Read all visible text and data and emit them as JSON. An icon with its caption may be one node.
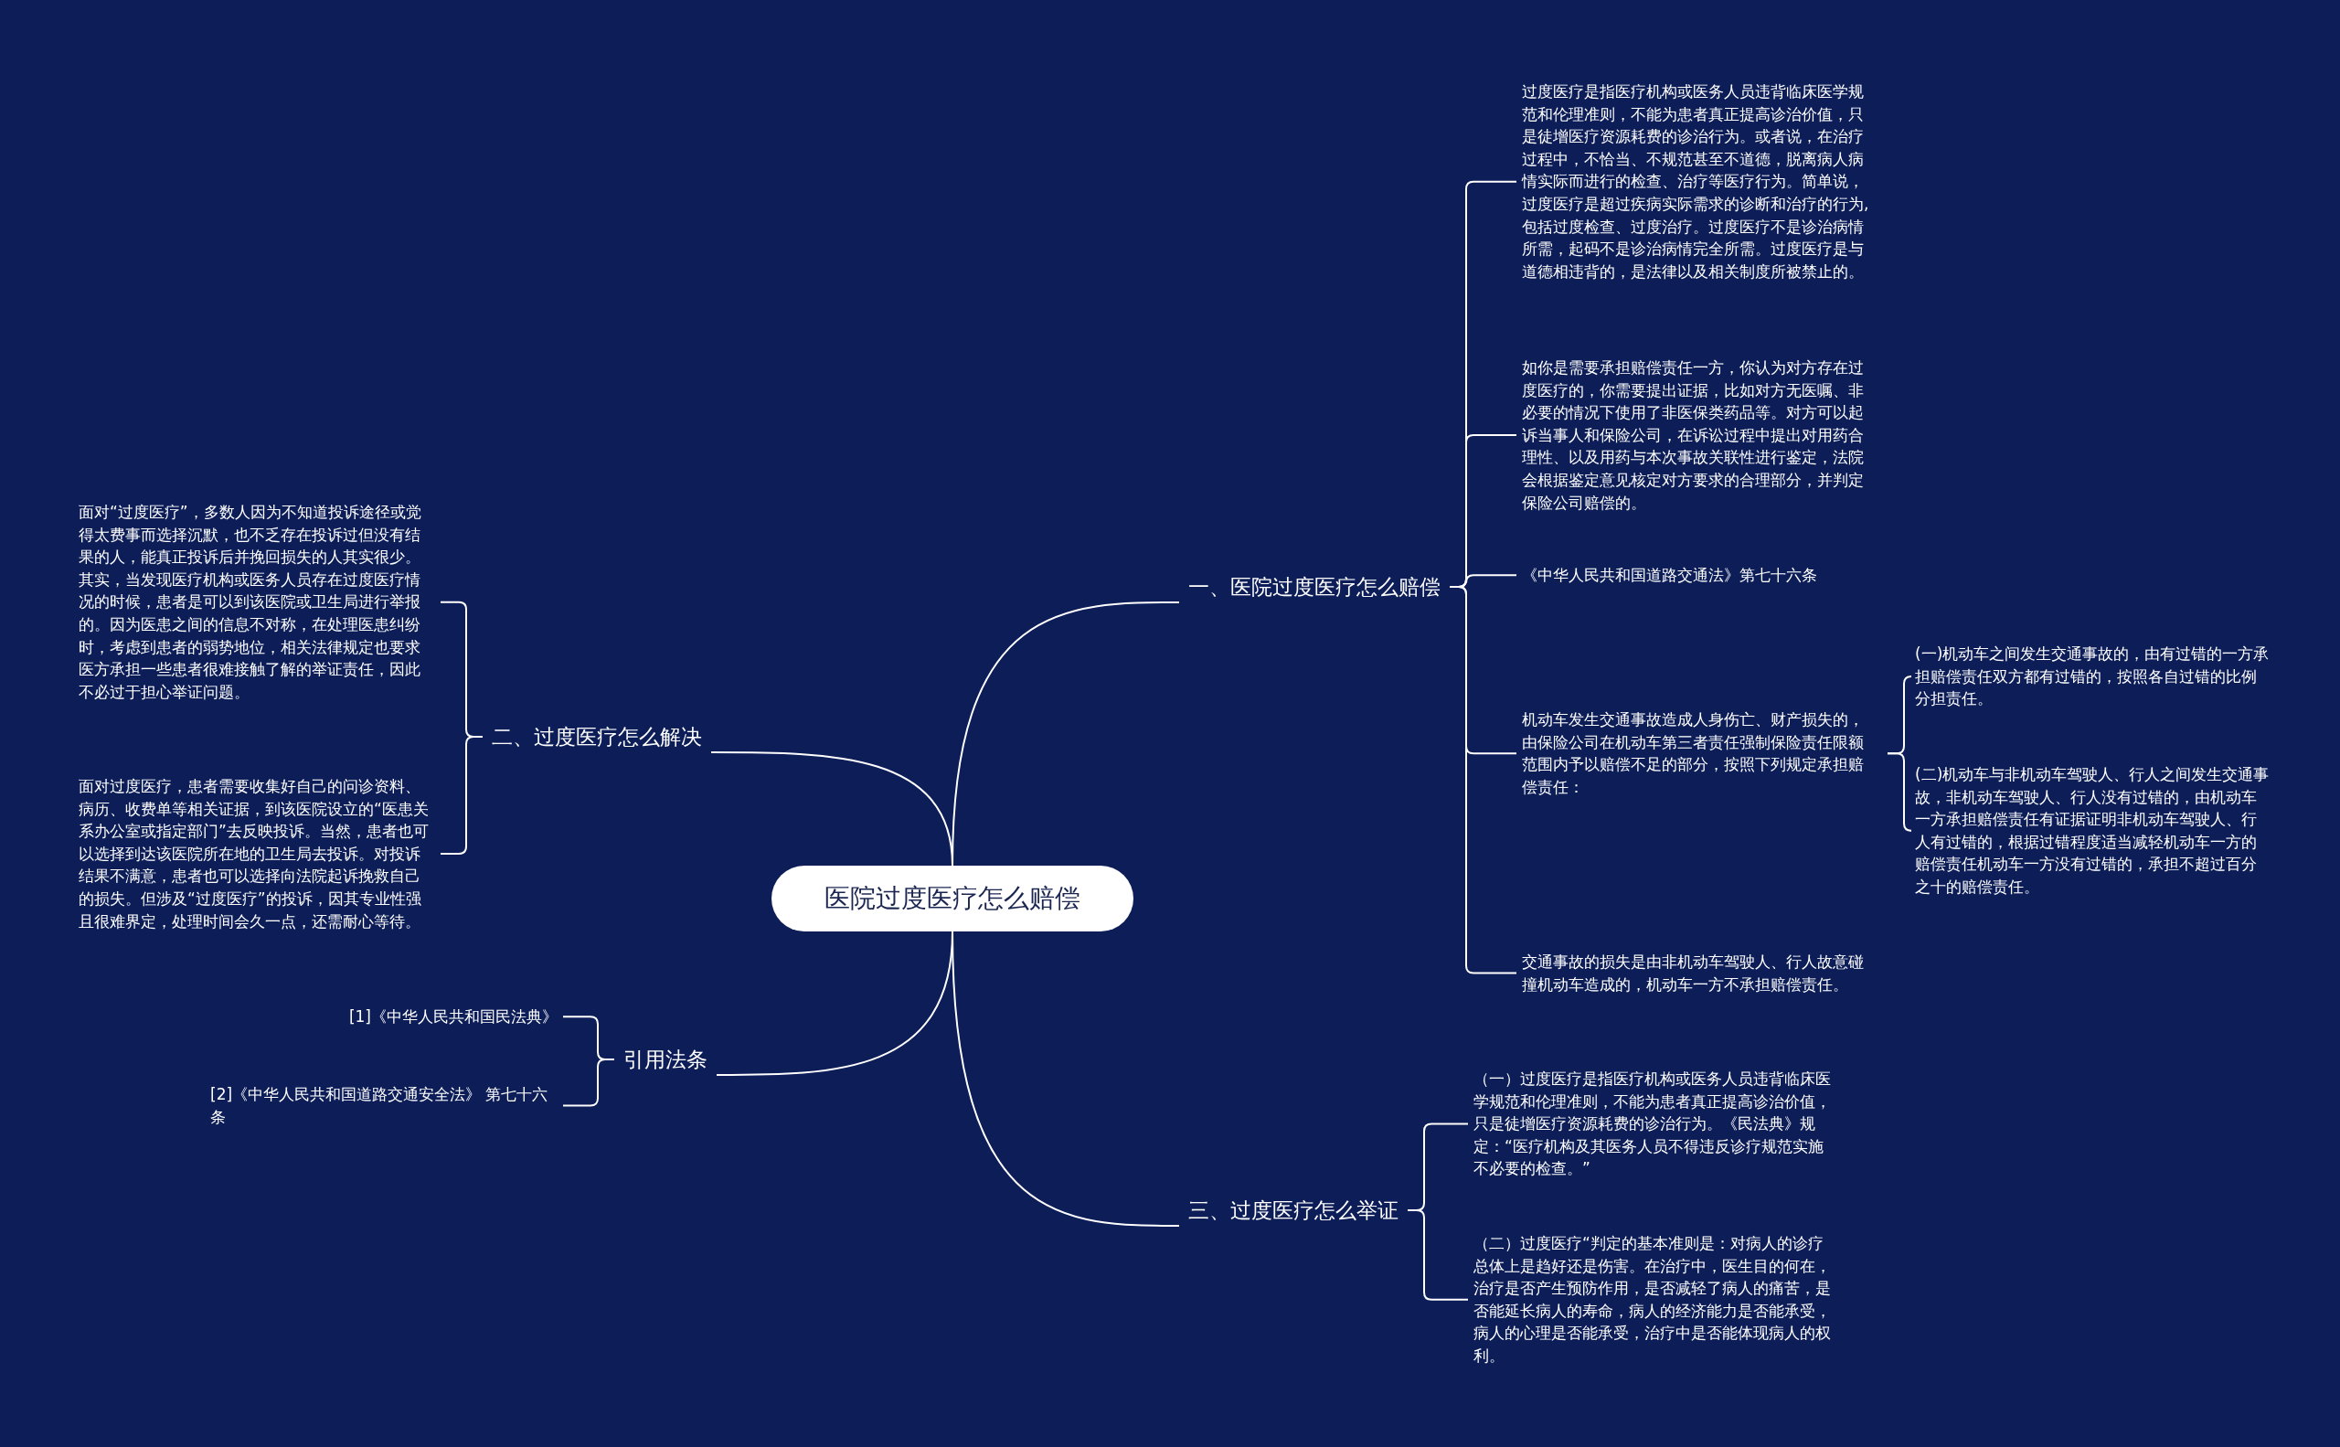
{
  "diagram": {
    "nodes": [
      {
        "text": [
          "医院过度医疗怎么赔偿"
        ]
      },
      {
        "text": [
          "一、医院过度医疗怎么赔偿"
        ]
      },
      {
        "text": [
          "过度医疗是指医疗机构或医务人员违背临床医学规范和伦理准则，不能为患者真正提高诊治价值，只是徒增医疗资源耗费的诊治行为。或者说，在治疗过程中，不恰当、不规范甚至不道德，脱离病人病情实际而进行的检查、治疗等医疗行为。简单说，过度医疗是超过疾病实际需求的诊断和治疗的行为,包括过度检查、过度治疗。过度医疗不是诊治病情所需，起码不是诊治病情完全所需。过度医疗是与道德相违背的，是法律以及相关制度所被禁止的。"
        ]
      },
      {
        "text": [
          "如你是需要承担赔偿责任一方，你认为对方存在过度医疗的，你需要提出证据，比如对方无医嘱、非必要的情况下使用了非医保类药品等。对方可以起诉当事人和保险公司，在诉讼过程中提出对用药合理性、以及用药与本次事故关联性进行鉴定，法院会根据鉴定意见核定对方要求的合理部分，并判定保险公司赔偿的。"
        ]
      },
      {
        "text": [
          "《中华人民共和国道路交通法》第七十六条"
        ]
      },
      {
        "text": [
          "机动车发生交通事故造成人身伤亡、财产损失的，由保险公司在机动车第三者责任强制保险责任限额范围内予以赔偿不足的部分，按照下列规定承担赔偿责任："
        ]
      },
      {
        "text": [
          "(一)机动车之间发生交通事故的，由有过错的一方承担赔偿责任双方都有过错的，按照各自过错的比例分担责任。"
        ]
      },
      {
        "text": [
          "(二)机动车与非机动车驾驶人、行人之间发生交通事故，非机动车驾驶人、行人没有过错的，由机动车一方承担赔偿责任有证据证明非机动车驾驶人、行人有过错的，根据过错程度适当减轻机动车一方的赔偿责任机动车一方没有过错的，承担不超过百分之十的赔偿责任。"
        ]
      },
      {
        "text": [
          "交通事故的损失是由非机动车驾驶人、行人故意碰撞机动车造成的，机动车一方不承担赔偿责任。"
        ]
      },
      {
        "text": [
          "二、过度医疗怎么解决"
        ]
      },
      {
        "text": [
          "面对“过度医疗”，多数人因为不知道投诉途径或觉得太费事而选择沉默，也不乏存在投诉过但没有结果的人，能真正投诉后并挽回损失的人其实很少。其实，当发现医疗机构或医务人员存在过度医疗情况的时候，患者是可以到该医院或卫生局进行举报的。因为医患之间的信息不对称，在处理医患纠纷时，考虑到患者的弱势地位，相关法律规定也要求医方承担一些患者很难接触了解的举证责任，因此不必过于担心举证问题。"
        ]
      },
      {
        "text": [
          "面对过度医疗，患者需要收集好自己的问诊资料、病历、收费单等相关证据，到该医院设立的“医患关系办公室或指定部门”去反映投诉。当然，患者也可以选择到达该医院所在地的卫生局去投诉。对投诉结果不满意，患者也可以选择向法院起诉挽救自己的损失。但涉及“过度医疗”的投诉，因其专业性强且很难界定，处理时间会久一点，还需耐心等待。"
        ]
      },
      {
        "text": [
          "引用法条"
        ]
      },
      {
        "text": [
          "[1]《中华人民共和国民法典》"
        ]
      },
      {
        "text": [
          "[2]《中华人民共和国道路交通安全法》 第七十六条"
        ]
      },
      {
        "text": [
          "三、过度医疗怎么举证"
        ]
      },
      {
        "text": [
          "（一）过度医疗是指医疗机构或医务人员违背临床医学规范和伦理准则，不能为患者真正提高诊治价值，只是徒增医疗资源耗费的诊治行为。《民法典》规定：“医疗机构及其医务人员不得违反诊疗规范实施不必要的检查。”"
        ]
      },
      {
        "text": [
          "（二）过度医疗“判定的基本准则是：对病人的诊疗总体上是趋好还是伤害。在治疗中，医生目的何在，治疗是否产生预防作用，是否减轻了病人的痛苦，是否能延长病人的寿命，病人的经济能力是否能承受，病人的心理是否能承受，治疗中是否能体现病人的权利。"
        ]
      }
    ],
    "edges": [
      {
        "from": 0,
        "to": 1,
        "arrow": "none"
      },
      {
        "from": 1,
        "to": 2,
        "arrow": "none"
      },
      {
        "from": 1,
        "to": 3,
        "arrow": "none"
      },
      {
        "from": 1,
        "to": 4,
        "arrow": "none"
      },
      {
        "from": 1,
        "to": 5,
        "arrow": "none"
      },
      {
        "from": 5,
        "to": 6,
        "arrow": "none"
      },
      {
        "from": 5,
        "to": 7,
        "arrow": "none"
      },
      {
        "from": 1,
        "to": 8,
        "arrow": "none"
      },
      {
        "from": 0,
        "to": 9,
        "arrow": "none"
      },
      {
        "from": 9,
        "to": 10,
        "arrow": "none"
      },
      {
        "from": 9,
        "to": 11,
        "arrow": "none"
      },
      {
        "from": 0,
        "to": 12,
        "arrow": "none"
      },
      {
        "from": 12,
        "to": 13,
        "arrow": "none"
      },
      {
        "from": 12,
        "to": 14,
        "arrow": "none"
      },
      {
        "from": 0,
        "to": 15,
        "arrow": "none"
      },
      {
        "from": 15,
        "to": 16,
        "arrow": "none"
      },
      {
        "from": 15,
        "to": 17,
        "arrow": "none"
      }
    ]
  }
}
